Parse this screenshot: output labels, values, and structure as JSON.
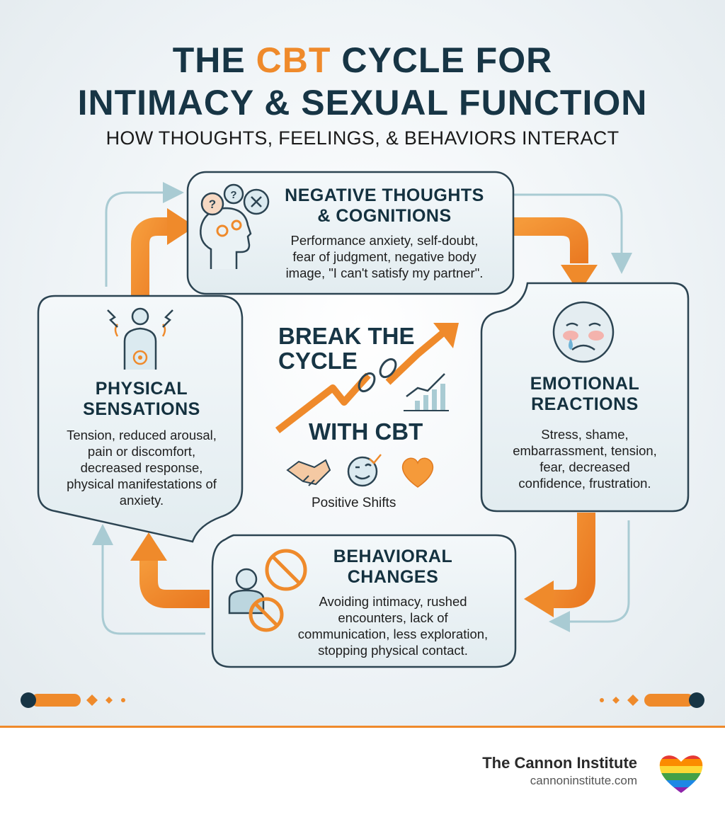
{
  "title": {
    "line1_pre": "THE ",
    "line1_accent": "CBT",
    "line1_post": " CYCLE FOR",
    "line2": "INTIMACY & SEXUAL FUNCTION",
    "subtitle": "HOW THOUGHTS, FEELINGS, & BEHAVIORS INTERACT"
  },
  "cards": {
    "thoughts": {
      "title1": "NEGATIVE THOUGHTS",
      "title2": "& COGNITIONS",
      "body1": "Performance anxiety, self-doubt,",
      "body2": "fear of judgment, negative body",
      "body3": "image, \"I can't satisfy my partner\"."
    },
    "emotions": {
      "title1": "EMOTIONAL",
      "title2": "REACTIONS",
      "body1": "Stress, shame,",
      "body2": "embarrassment, tension,",
      "body3": "fear, decreased",
      "body4": "confidence, frustration."
    },
    "behavior": {
      "title1": "BEHAVIORAL",
      "title2": "CHANGES",
      "body1": "Avoiding intimacy, rushed",
      "body2": "encounters, lack of",
      "body3": "communication, less exploration,",
      "body4": "stopping physical contact."
    },
    "physical": {
      "title1": "PHYSICAL",
      "title2": "SENSATIONS",
      "body1": "Tension, reduced arousal,",
      "body2": "pain or discomfort,",
      "body3": "decreased response,",
      "body4": "physical manifestations of",
      "body5": "anxiety."
    }
  },
  "center": {
    "line1": "BREAK THE",
    "line2": "CYCLE",
    "line3": "WITH CBT",
    "caption": "Positive Shifts"
  },
  "brand": {
    "name": "The Cannon Institute",
    "url": "cannoninstitute.com"
  },
  "colors": {
    "accent": "#ef8a2b",
    "navy": "#173545",
    "card_border": "#2c4452",
    "card_fill": "#e9f1f4",
    "flow_thin": "#a9cbd3"
  },
  "icons": [
    "thought-bubbles-head-icon",
    "sad-face-icon",
    "no-touch-person-icon",
    "body-tension-icon",
    "broken-chain-arrow-icon",
    "handshake-icon",
    "wink-face-icon",
    "heart-icon",
    "rainbow-heart-logo"
  ]
}
